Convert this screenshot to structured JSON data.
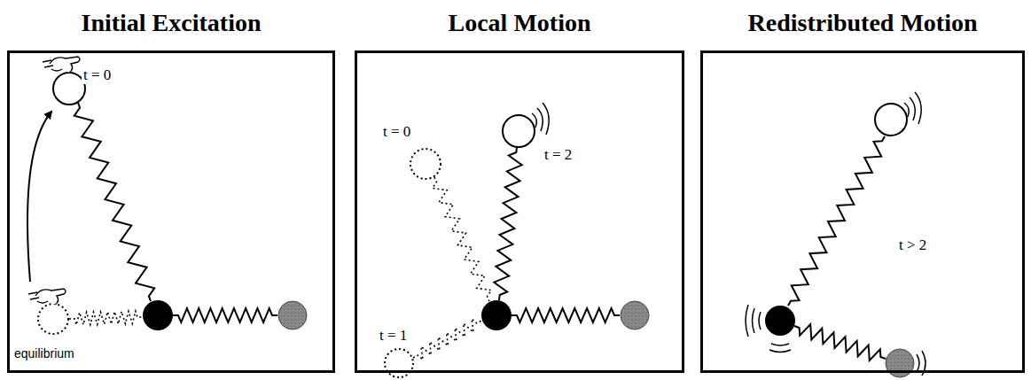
{
  "diagram": {
    "nodes": [
      {
        "text": [
          "Initial Excitation"
        ]
      },
      {
        "text": [
          "Local Motion"
        ]
      },
      {
        "text": [
          "Redistributed Motion"
        ]
      }
    ],
    "labels": [
      "t = 0",
      "equilibrium",
      "t = 0",
      "t = 2",
      "t = 1",
      "t > 2"
    ]
  }
}
